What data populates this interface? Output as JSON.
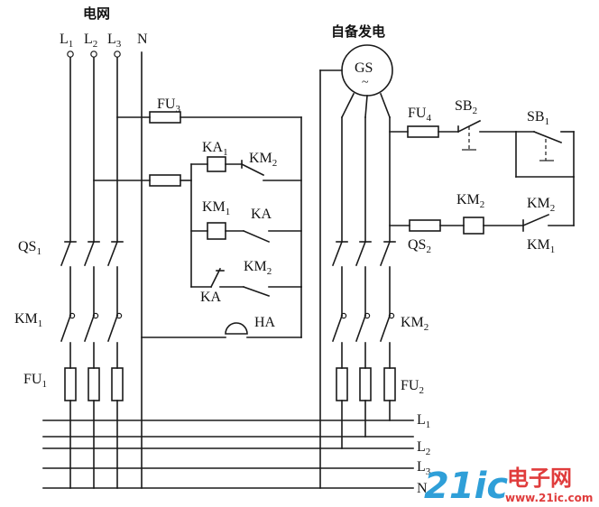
{
  "titles": {
    "grid": "电网",
    "self_gen": "自备发电"
  },
  "generator": {
    "name": "GS",
    "symbol": "~"
  },
  "left": {
    "phases": [
      {
        "base": "L",
        "sub": "1"
      },
      {
        "base": "L",
        "sub": "2"
      },
      {
        "base": "L",
        "sub": "3"
      }
    ],
    "neutral": "N",
    "qs1": {
      "base": "QS",
      "sub": "1"
    },
    "km1": {
      "base": "KM",
      "sub": "1"
    },
    "fu1": {
      "base": "FU",
      "sub": "1"
    }
  },
  "control": {
    "fu3": {
      "base": "FU",
      "sub": "3"
    },
    "ka1": {
      "base": "KA",
      "sub": "1"
    },
    "km2_a": {
      "base": "KM",
      "sub": "2"
    },
    "km1_coil": {
      "base": "KM",
      "sub": "1"
    },
    "ka_contact": "KA",
    "km2_b": {
      "base": "KM",
      "sub": "2"
    },
    "ka_nc": "KA",
    "ha": "HA"
  },
  "right": {
    "fu4": {
      "base": "FU",
      "sub": "4"
    },
    "sb2": {
      "base": "SB",
      "sub": "2"
    },
    "sb1": {
      "base": "SB",
      "sub": "1"
    },
    "km2_coil": {
      "base": "KM",
      "sub": "2"
    },
    "km2_contact": {
      "base": "KM",
      "sub": "2"
    },
    "km1_interlock": {
      "base": "KM",
      "sub": "1"
    },
    "qs2": {
      "base": "QS",
      "sub": "2"
    },
    "km2_main": {
      "base": "KM",
      "sub": "2"
    },
    "fu2": {
      "base": "FU",
      "sub": "2"
    }
  },
  "bus": {
    "lines": [
      {
        "base": "L",
        "sub": "1"
      },
      {
        "base": "L",
        "sub": "2"
      },
      {
        "base": "L",
        "sub": "3"
      },
      {
        "base": "N",
        "sub": ""
      }
    ]
  },
  "watermark": {
    "brand": "21ic",
    "cn": "电子网",
    "url": "www.21ic.com"
  }
}
